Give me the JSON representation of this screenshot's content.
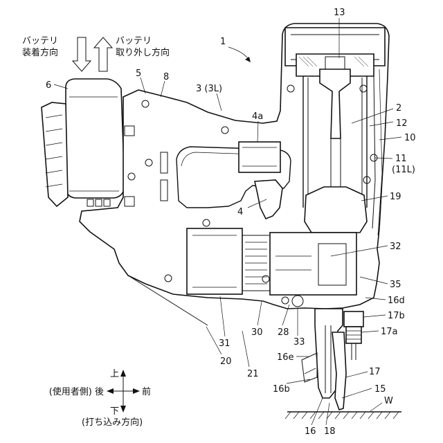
{
  "figure": {
    "arrow_attach": "バッテリ\n装着方向",
    "arrow_detach": "バッテリ\n取り外し方向",
    "dir_up": "上",
    "dir_down": "下",
    "dir_back": "(使用者側) 後",
    "dir_front": "前",
    "dir_drive": "(打ち込み方向)",
    "work_label": "W"
  },
  "labels": [
    {
      "id": "1",
      "text": "1"
    },
    {
      "id": "2",
      "text": "2"
    },
    {
      "id": "3",
      "text": "3 (3L)"
    },
    {
      "id": "4",
      "text": "4"
    },
    {
      "id": "4a",
      "text": "4a"
    },
    {
      "id": "5",
      "text": "5"
    },
    {
      "id": "6",
      "text": "6"
    },
    {
      "id": "8",
      "text": "8"
    },
    {
      "id": "10",
      "text": "10"
    },
    {
      "id": "11",
      "text": "11"
    },
    {
      "id": "11L",
      "text": "(11L)"
    },
    {
      "id": "12",
      "text": "12"
    },
    {
      "id": "13",
      "text": "13"
    },
    {
      "id": "15",
      "text": "15"
    },
    {
      "id": "16",
      "text": "16"
    },
    {
      "id": "16b",
      "text": "16b"
    },
    {
      "id": "16d",
      "text": "16d"
    },
    {
      "id": "16e",
      "text": "16e"
    },
    {
      "id": "17",
      "text": "17"
    },
    {
      "id": "17a",
      "text": "17a"
    },
    {
      "id": "17b",
      "text": "17b"
    },
    {
      "id": "18",
      "text": "18"
    },
    {
      "id": "19",
      "text": "19"
    },
    {
      "id": "20",
      "text": "20"
    },
    {
      "id": "21",
      "text": "21"
    },
    {
      "id": "28",
      "text": "28"
    },
    {
      "id": "30",
      "text": "30"
    },
    {
      "id": "31",
      "text": "31"
    },
    {
      "id": "32",
      "text": "32"
    },
    {
      "id": "33",
      "text": "33"
    },
    {
      "id": "35",
      "text": "35"
    }
  ]
}
